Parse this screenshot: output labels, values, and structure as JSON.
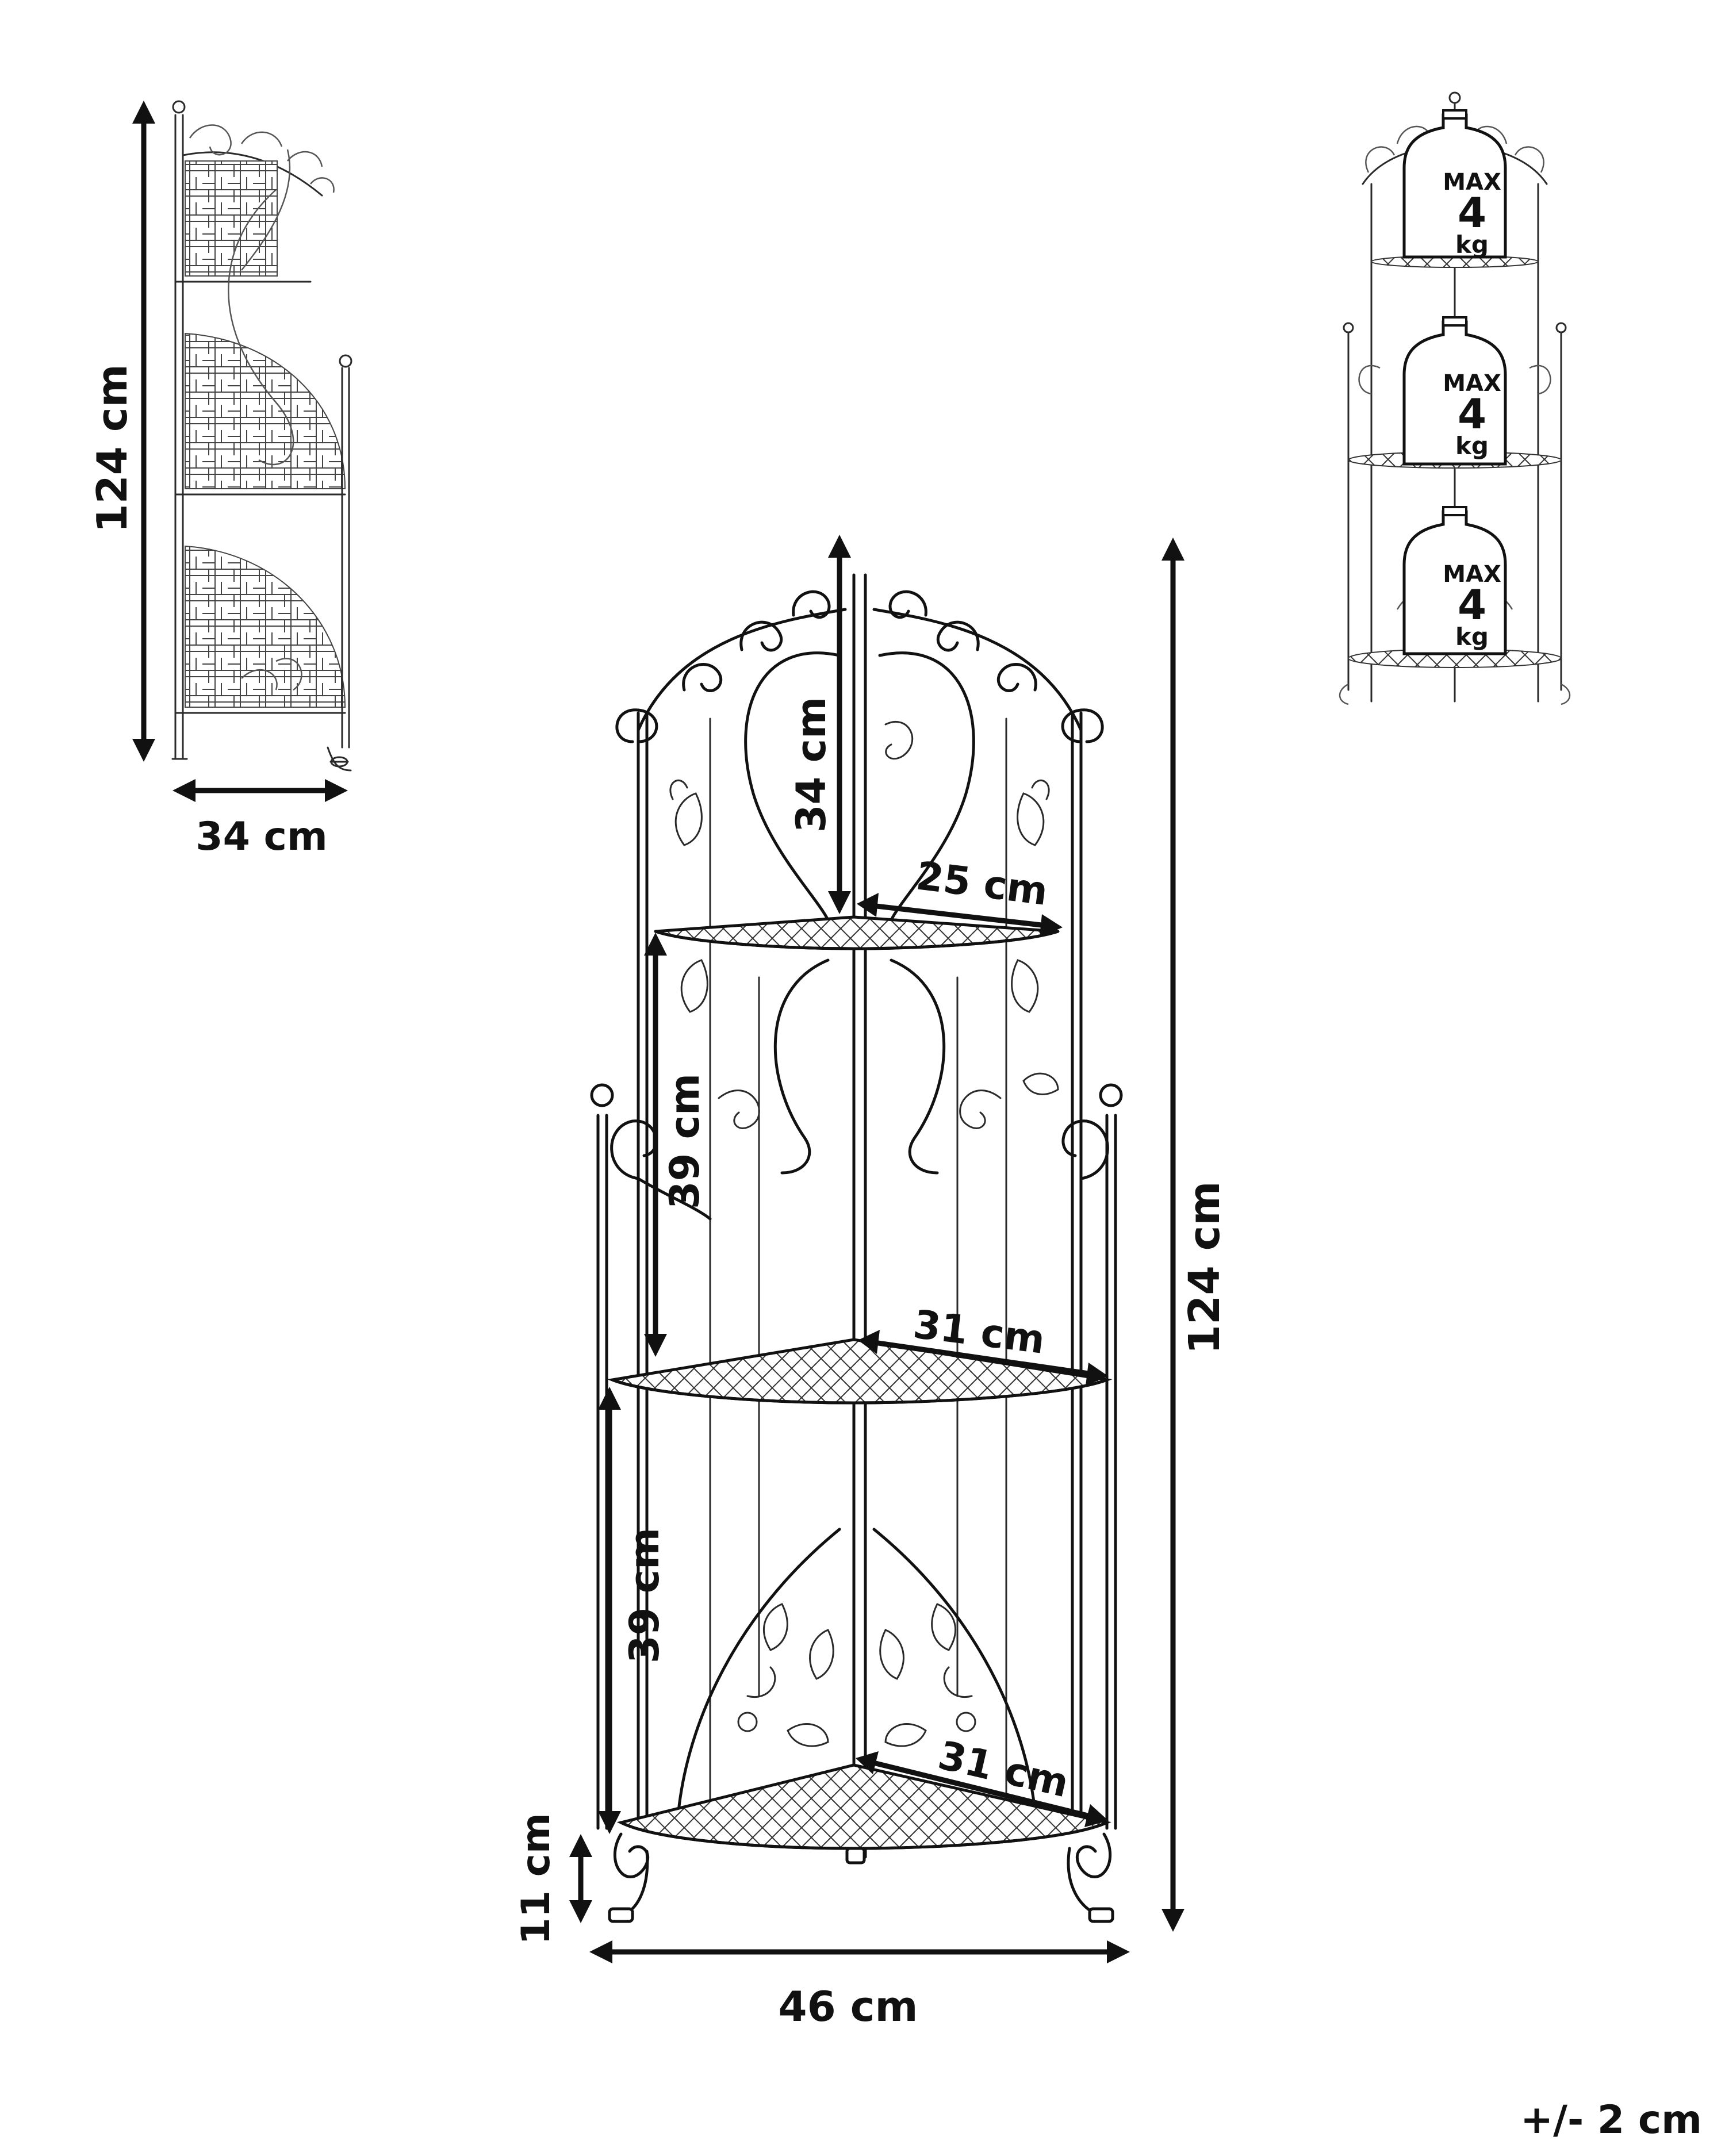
{
  "dimensions": {
    "side_height": "124 cm",
    "side_depth": "34 cm",
    "top_section_height": "34 cm",
    "top_shelf_depth": "25 cm",
    "middle_section_height": "39 cm",
    "middle_shelf_depth": "31 cm",
    "lower_section_height": "39 cm",
    "bottom_shelf_depth": "31 cm",
    "leg_height": "11 cm",
    "total_width": "46 cm",
    "total_height": "124 cm"
  },
  "load_labels": [
    {
      "max": "MAX",
      "value": "4",
      "unit": "kg"
    },
    {
      "max": "MAX",
      "value": "4",
      "unit": "kg"
    },
    {
      "max": "MAX",
      "value": "4",
      "unit": "kg"
    }
  ],
  "tolerance": "+/- 2 cm"
}
